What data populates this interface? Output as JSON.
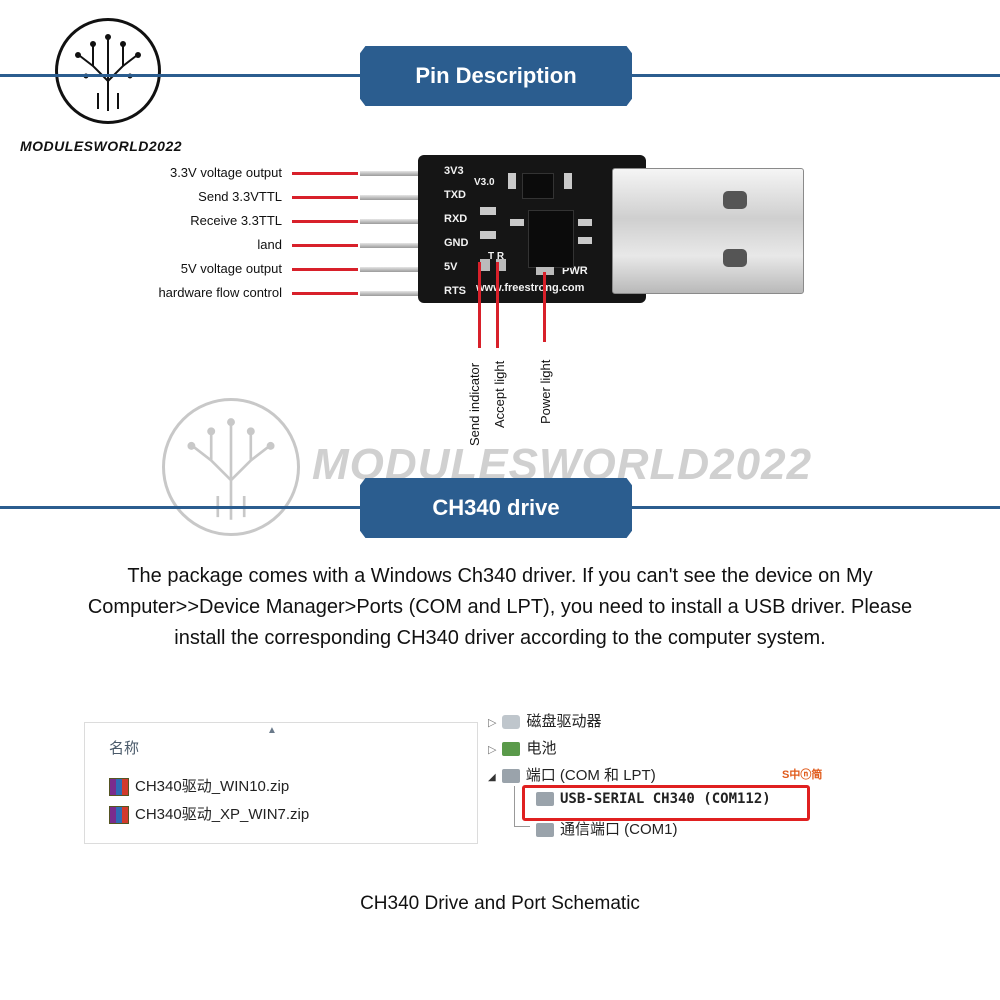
{
  "brand": {
    "name": "MODULESWORLD2022",
    "watermark": "MODULESWORLD2022"
  },
  "section1": {
    "title": "Pin Description"
  },
  "pins": [
    {
      "label": "3.3V voltage output",
      "silk": "3V3"
    },
    {
      "label": "Send 3.3VTTL",
      "silk": "TXD"
    },
    {
      "label": "Receive 3.3TTL",
      "silk": "RXD"
    },
    {
      "label": "land",
      "silk": "GND"
    },
    {
      "label": "5V voltage output",
      "silk": "5V"
    },
    {
      "label": "hardware flow control",
      "silk": "RTS"
    }
  ],
  "board": {
    "version": "V3.0",
    "website": "www.freestrong.com",
    "pwr": "PWR",
    "tr": "T R"
  },
  "leds": [
    {
      "label": "Send indicator"
    },
    {
      "label": "Accept light"
    },
    {
      "label": "Power light"
    }
  ],
  "section2": {
    "title": "CH340 drive"
  },
  "description": {
    "line1": "The package comes with a Windows Ch340 driver. If you can't see the device on My",
    "line2": "Computer>>Device Manager>Ports (COM and LPT), you need to install a USB driver. Please",
    "line3": "install the corresponding CH340 driver according to the computer system."
  },
  "file_panel": {
    "header": "名称",
    "files": [
      "CH340驱动_WIN10.zip",
      "CH340驱动_XP_WIN7.zip"
    ]
  },
  "device_manager": {
    "items": [
      {
        "label": "磁盘驱动器",
        "icon": "disk-drive-icon",
        "arrow": "▷"
      },
      {
        "label": "电池",
        "icon": "battery-icon",
        "arrow": "▷"
      },
      {
        "label": "端口 (COM 和 LPT)",
        "icon": "port-icon",
        "arrow": "◢"
      },
      {
        "label": "USB-SERIAL CH340 (COM112)",
        "icon": "port-icon",
        "arrow": ""
      },
      {
        "label": "通信端口 (COM1)",
        "icon": "port-icon",
        "arrow": ""
      }
    ],
    "ime": "S中ⓝ简"
  },
  "caption": "CH340 Drive and Port Schematic",
  "colors": {
    "accent": "#2b5d8f",
    "pin_line": "#d8202a",
    "highlight": "#e02020"
  }
}
